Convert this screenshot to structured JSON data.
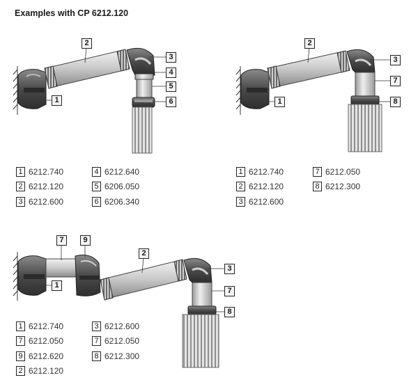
{
  "title": "Examples with CP 6212.120",
  "examples": [
    {
      "callouts": [
        "2",
        "3",
        "4",
        "5",
        "1",
        "6"
      ],
      "legend": [
        [
          {
            "n": "1",
            "code": "6212.740"
          },
          {
            "n": "2",
            "code": "6212.120"
          },
          {
            "n": "3",
            "code": "6212.600"
          }
        ],
        [
          {
            "n": "4",
            "code": "6212.640"
          },
          {
            "n": "5",
            "code": "6206.050"
          },
          {
            "n": "6",
            "code": "6206.340"
          }
        ]
      ]
    },
    {
      "callouts": [
        "2",
        "3",
        "7",
        "1",
        "8"
      ],
      "legend": [
        [
          {
            "n": "1",
            "code": "6212.740"
          },
          {
            "n": "2",
            "code": "6212.120"
          },
          {
            "n": "3",
            "code": "6212.600"
          }
        ],
        [
          {
            "n": "7",
            "code": "6212.050"
          },
          {
            "n": "8",
            "code": "6212.300"
          }
        ]
      ]
    },
    {
      "callouts": [
        "7",
        "9",
        "2",
        "3",
        "1",
        "7",
        "8"
      ],
      "legend": [
        [
          {
            "n": "1",
            "code": "6212.740"
          },
          {
            "n": "7",
            "code": "6212.050"
          },
          {
            "n": "9",
            "code": "6212.620"
          },
          {
            "n": "2",
            "code": "6212.120"
          }
        ],
        [
          {
            "n": "3",
            "code": "6212.600"
          },
          {
            "n": "7",
            "code": "6212.050"
          },
          {
            "n": "8",
            "code": "6212.300"
          }
        ]
      ]
    }
  ]
}
